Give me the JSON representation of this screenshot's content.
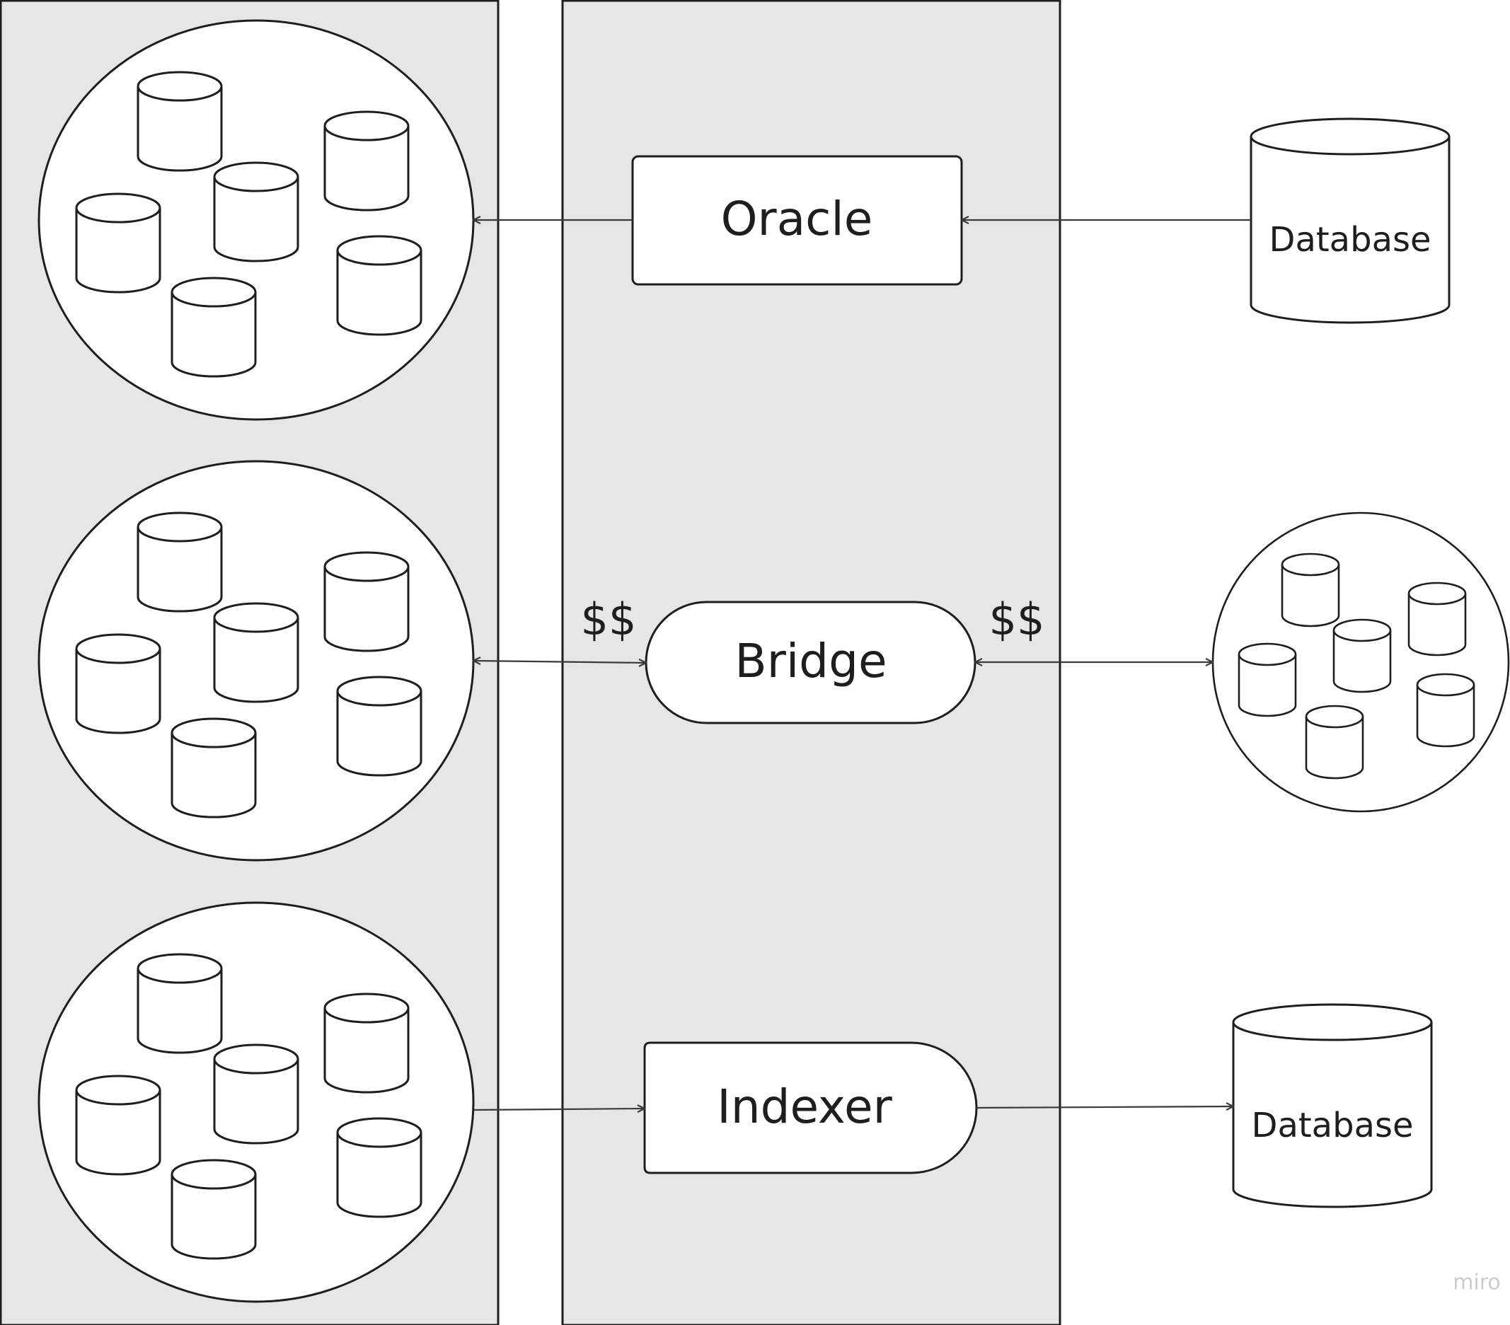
{
  "diagram": {
    "nodes": {
      "oracle": "Oracle",
      "bridge": "Bridge",
      "indexer": "Indexer",
      "database_top": "Database",
      "database_bottom": "Database"
    },
    "fee_labels": {
      "left": "$$",
      "right": "$$"
    },
    "edges": [
      {
        "from": "Database",
        "to": "Oracle"
      },
      {
        "from": "Oracle",
        "to": "database cluster 1"
      },
      {
        "from": "database cluster 2",
        "to": "Bridge",
        "bidirectional": true
      },
      {
        "from": "Bridge",
        "to": "database cluster 4",
        "bidirectional": true
      },
      {
        "from": "database cluster 3",
        "to": "Indexer"
      },
      {
        "from": "Indexer",
        "to": "Database"
      }
    ]
  },
  "watermark": "miro",
  "colors": {
    "lane_fill": "#e6e6e6",
    "stroke": "#1e1e1e",
    "node_fill": "#ffffff",
    "arrow": "#3a3a3a",
    "watermark": "#c7ccd6"
  }
}
